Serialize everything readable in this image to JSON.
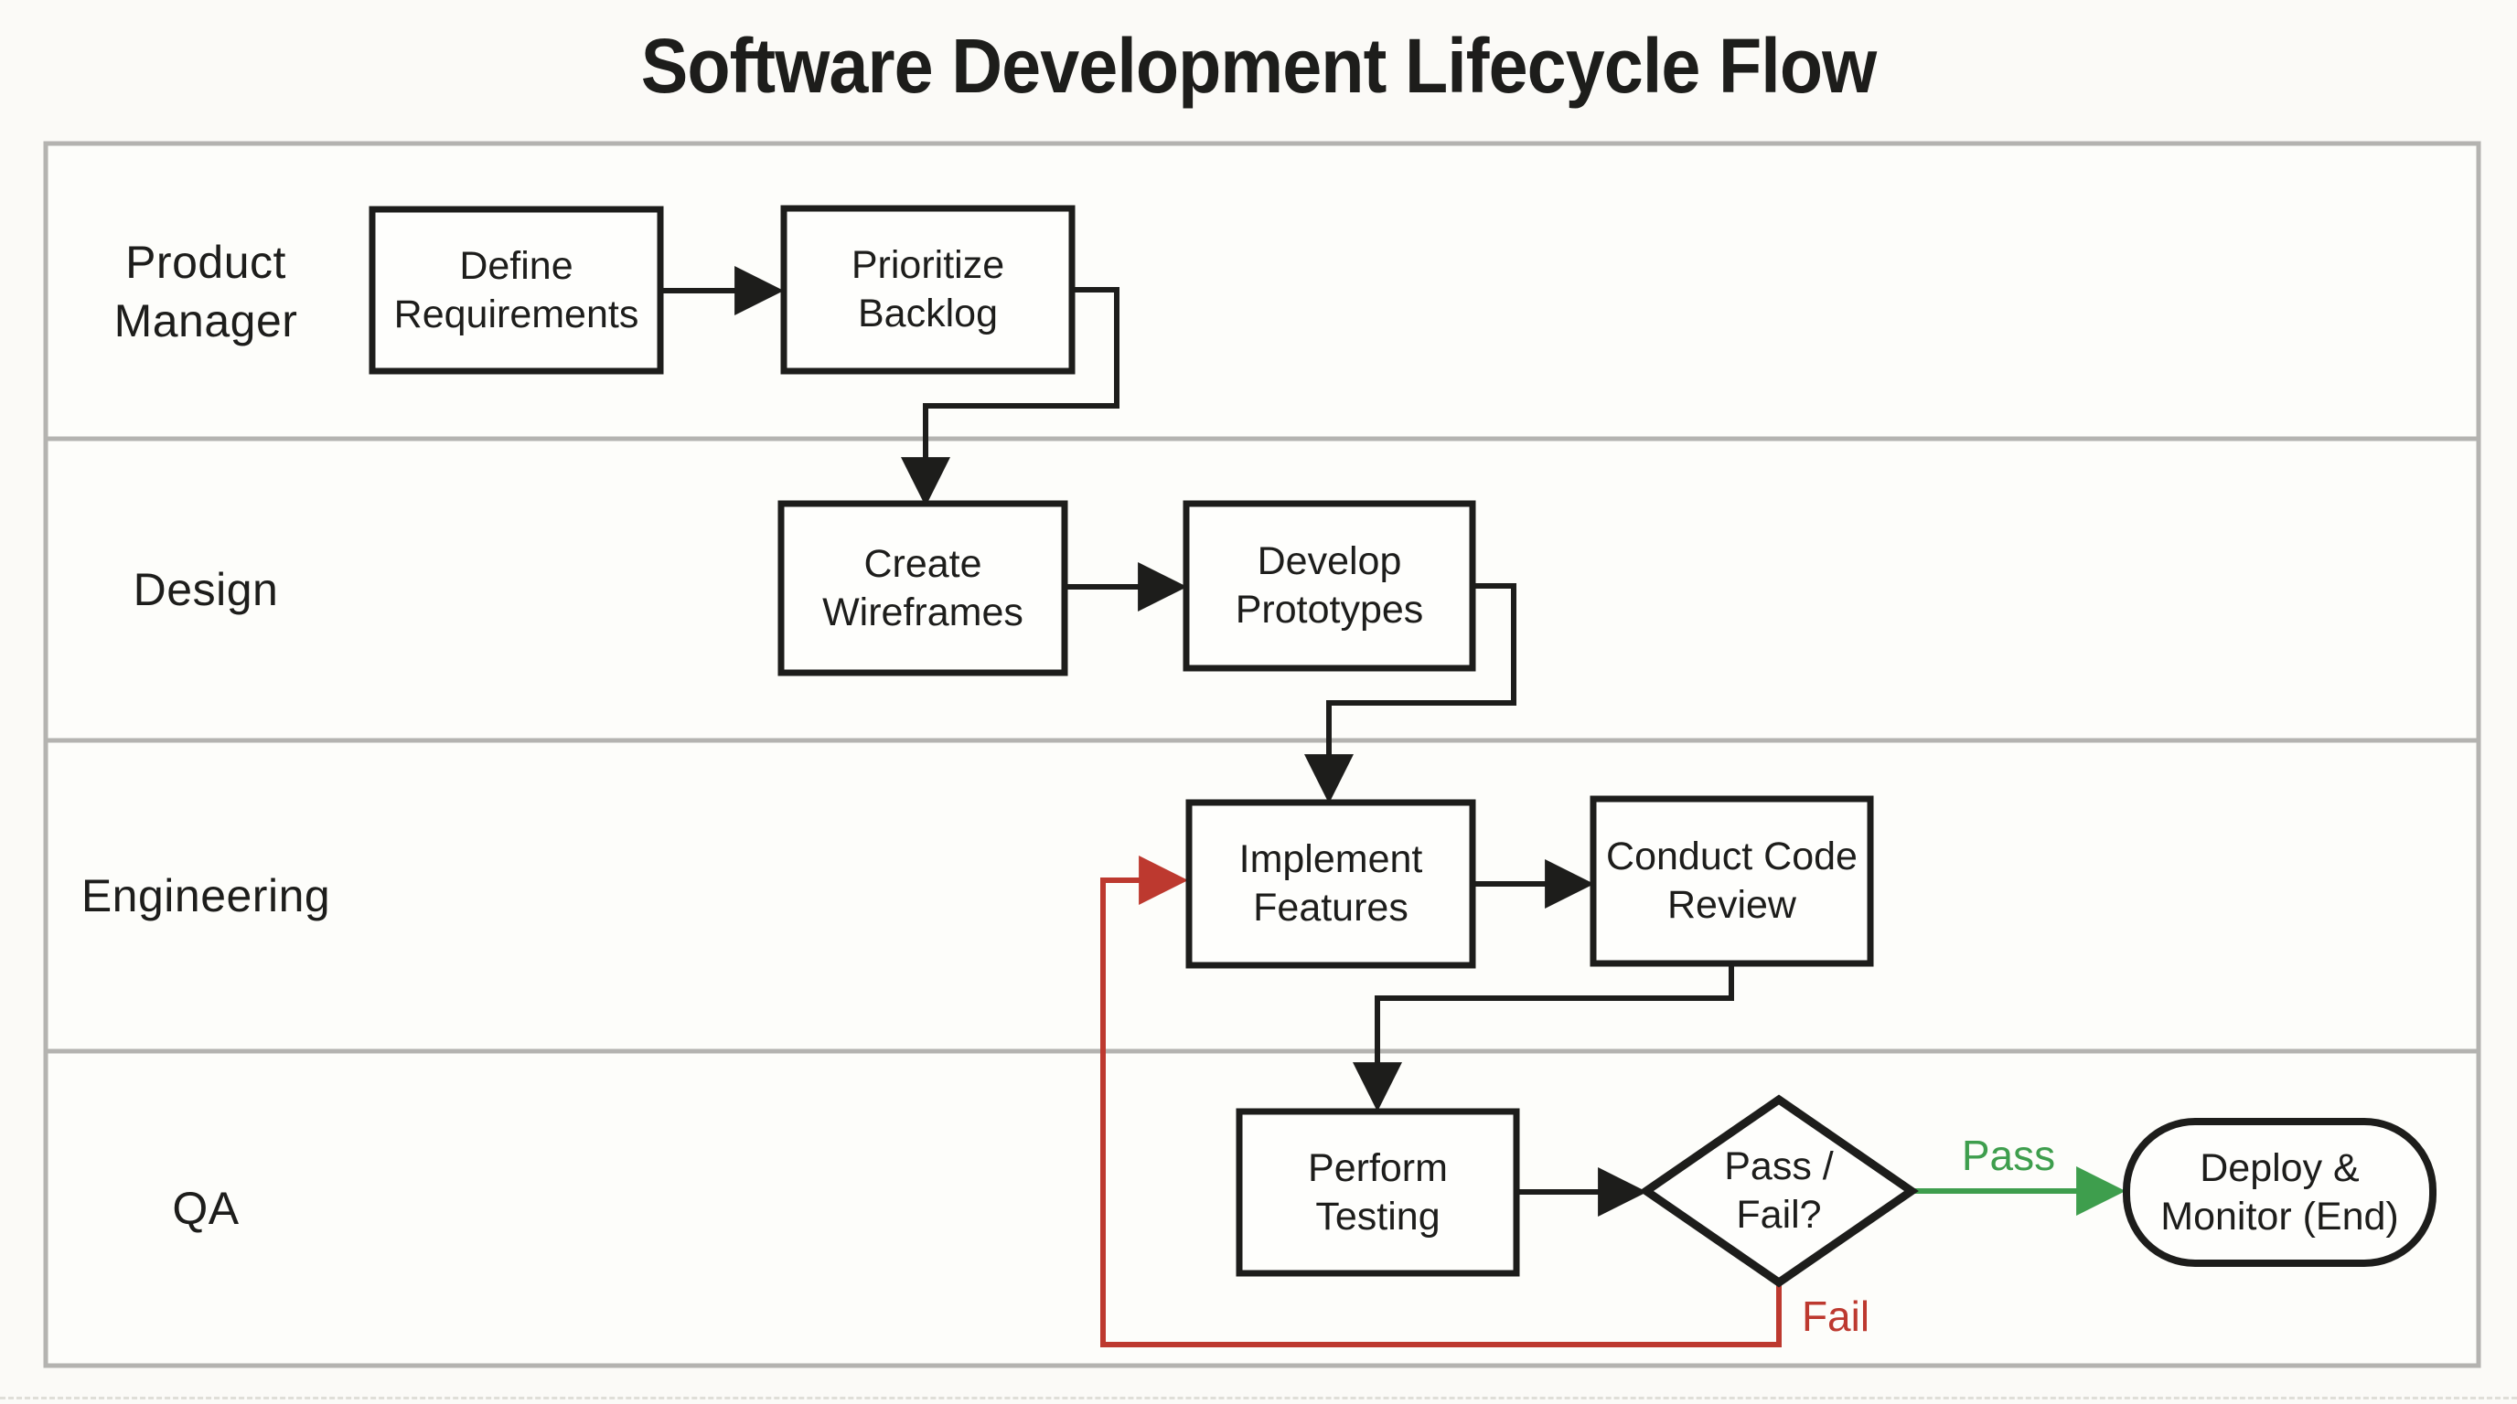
{
  "title": "Software Development Lifecycle Flow",
  "lanes": [
    {
      "label": "Product Manager"
    },
    {
      "label": "Design"
    },
    {
      "label": "Engineering"
    },
    {
      "label": "QA"
    }
  ],
  "nodes": [
    {
      "id": "define-requirements",
      "type": "process",
      "lane": "Product Manager",
      "label": "Define\nRequirements"
    },
    {
      "id": "prioritize-backlog",
      "type": "process",
      "lane": "Product Manager",
      "label": "Prioritize\nBacklog"
    },
    {
      "id": "create-wireframes",
      "type": "process",
      "lane": "Design",
      "label": "Create\nWireframes"
    },
    {
      "id": "develop-prototypes",
      "type": "process",
      "lane": "Design",
      "label": "Develop\nPrototypes"
    },
    {
      "id": "implement-features",
      "type": "process",
      "lane": "Engineering",
      "label": "Implement\nFeatures"
    },
    {
      "id": "conduct-code-review",
      "type": "process",
      "lane": "Engineering",
      "label": "Conduct Code\nReview"
    },
    {
      "id": "perform-testing",
      "type": "process",
      "lane": "QA",
      "label": "Perform\nTesting"
    },
    {
      "id": "pass-fail-decision",
      "type": "decision",
      "lane": "QA",
      "label": "Pass /\nFail?"
    },
    {
      "id": "deploy-monitor-end",
      "type": "terminator",
      "lane": "QA",
      "label": "Deploy &\nMonitor (End)"
    }
  ],
  "edges": [
    {
      "from": "define-requirements",
      "to": "prioritize-backlog",
      "color": "black",
      "label": ""
    },
    {
      "from": "prioritize-backlog",
      "to": "create-wireframes",
      "color": "black",
      "label": ""
    },
    {
      "from": "create-wireframes",
      "to": "develop-prototypes",
      "color": "black",
      "label": ""
    },
    {
      "from": "develop-prototypes",
      "to": "implement-features",
      "color": "black",
      "label": ""
    },
    {
      "from": "implement-features",
      "to": "conduct-code-review",
      "color": "black",
      "label": ""
    },
    {
      "from": "conduct-code-review",
      "to": "perform-testing",
      "color": "black",
      "label": ""
    },
    {
      "from": "perform-testing",
      "to": "pass-fail-decision",
      "color": "black",
      "label": ""
    },
    {
      "from": "pass-fail-decision",
      "to": "deploy-monitor-end",
      "color": "green",
      "label": "Pass"
    },
    {
      "from": "pass-fail-decision",
      "to": "implement-features",
      "color": "red",
      "label": "Fail"
    }
  ],
  "edge_labels": {
    "pass": "Pass",
    "fail": "Fail"
  },
  "colors": {
    "ink": "#1d1d1b",
    "lane_line": "#b4b3b0",
    "pass_green": "#3e9e4d",
    "fail_red": "#bd392f",
    "background": "#fbfaf7",
    "node_fill": "#fefefc"
  }
}
